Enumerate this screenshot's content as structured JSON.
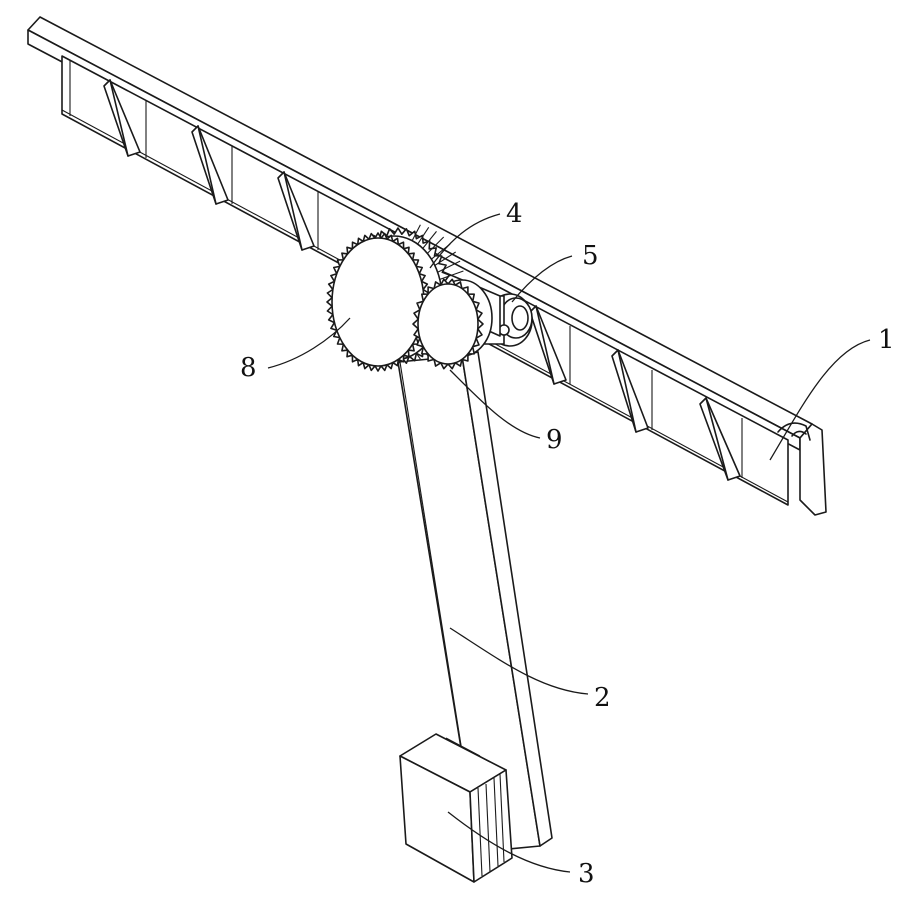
{
  "callouts": {
    "c1": "1",
    "c2": "2",
    "c3": "3",
    "c4": "4",
    "c5": "5",
    "c8": "8",
    "c9": "9"
  }
}
